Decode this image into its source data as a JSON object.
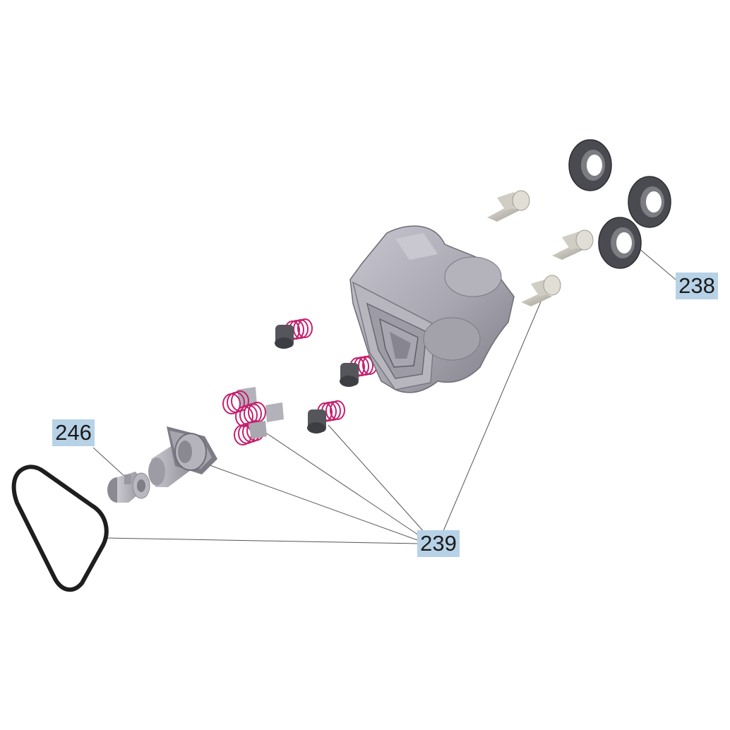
{
  "callouts": {
    "c238": "238",
    "c246": "246",
    "c239": "239"
  },
  "colors": {
    "housing": "#a9a8b2",
    "housing_dark": "#7d7c86",
    "seal": "#4a4b50",
    "spring": "#c4206e",
    "valve_cap": "#55565c",
    "piston": "#b8b6ae",
    "oring": "#1e1e1e",
    "leader": "#555555",
    "callout_bg": "#b7d2e6"
  }
}
